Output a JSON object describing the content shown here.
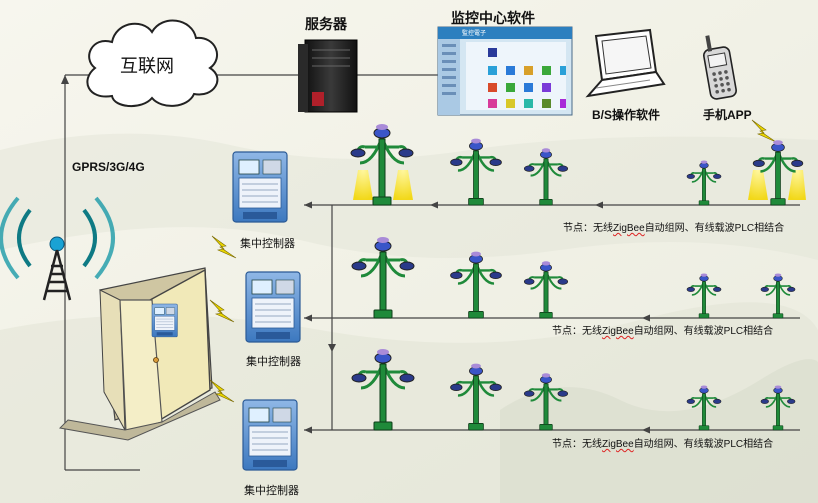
{
  "labels": {
    "internet": "互联网",
    "server": "服务器",
    "monitor_software": "监控中心软件",
    "bs_software": "B/S操作软件",
    "mobile_app": "手机APP",
    "network": "GPRS/3G/4G",
    "controller": "集中控制器"
  },
  "node_label": {
    "prefix": "节点：无线",
    "zigbee": "ZigBee",
    "suffix": "自动组网、有线载波PLC相结合"
  },
  "screen_window_title": "監控電子",
  "colors": {
    "line": "#444444",
    "lamp_green": "#1f8a3a",
    "lamp_head": "#3a55c8",
    "lamp_glow": "#f6e24a",
    "controller_blue": "#4a86c9",
    "cabinet": "#f1e9b8",
    "lightning": "#e8d400"
  }
}
